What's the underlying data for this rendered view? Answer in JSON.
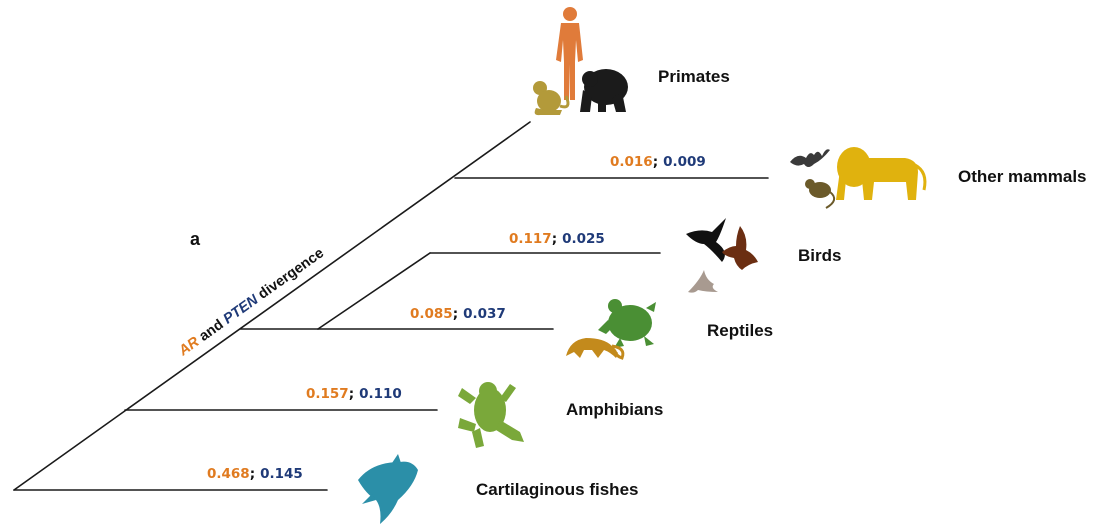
{
  "panel_label": "a",
  "colors": {
    "ar": "#e07b20",
    "pten": "#1f3a78",
    "sep": "#111111",
    "branch": "#1a1a1a"
  },
  "axis_label": {
    "ar": "AR",
    "and": "and",
    "pten": "PTEN",
    "rest": "divergence"
  },
  "taxa": [
    {
      "name": "Primates",
      "icon": "primates-icon"
    },
    {
      "name": "Other mammals",
      "icon": "mammals-icon",
      "ar": "0.016",
      "sep": ";",
      "pten": "0.009"
    },
    {
      "name": "Birds",
      "icon": "birds-icon",
      "ar": "0.117",
      "sep": ";",
      "pten": "0.025"
    },
    {
      "name": "Reptiles",
      "icon": "reptiles-icon",
      "ar": "0.085",
      "sep": ";",
      "pten": "0.037"
    },
    {
      "name": "Amphibians",
      "icon": "frog-icon",
      "ar": "0.157",
      "sep": ";",
      "pten": "0.110"
    },
    {
      "name": "Cartilaginous fishes",
      "icon": "shark-icon",
      "ar": "0.468",
      "sep": ";",
      "pten": "0.145"
    }
  ]
}
